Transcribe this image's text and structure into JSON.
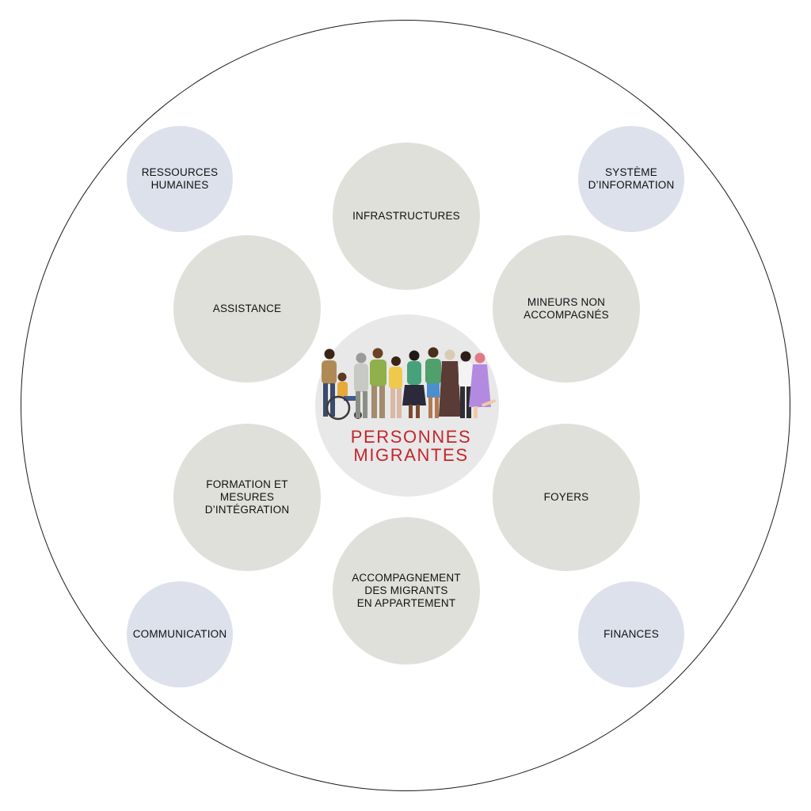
{
  "center": {
    "title": "PERSONNES\nMIGRANTES",
    "title_color": "#c1272d",
    "illustration": "group-of-diverse-people-illustration"
  },
  "inner_nodes": [
    {
      "label": "INFRASTRUCTURES"
    },
    {
      "label": "MINEURS NON\nACCOMPAGNÉS"
    },
    {
      "label": "FOYERS"
    },
    {
      "label": "ACCOMPAGNEMENT\nDES MIGRANTS\nEN APPARTEMENT"
    },
    {
      "label": "FORMATION ET\nMESURES\nD’INTÉGRATION"
    },
    {
      "label": "ASSISTANCE"
    }
  ],
  "outer_nodes": [
    {
      "label": "RESSOURCES\nHUMAINES"
    },
    {
      "label": "SYSTÈME\nD’INFORMATION"
    },
    {
      "label": "COMMUNICATION"
    },
    {
      "label": "FINANCES"
    }
  ],
  "colors": {
    "inner_node_fill": "#dfe0da",
    "outer_node_fill": "#dce1ec",
    "center_fill": "#e8e8e8",
    "ring_stroke": "#1a1a1a"
  }
}
